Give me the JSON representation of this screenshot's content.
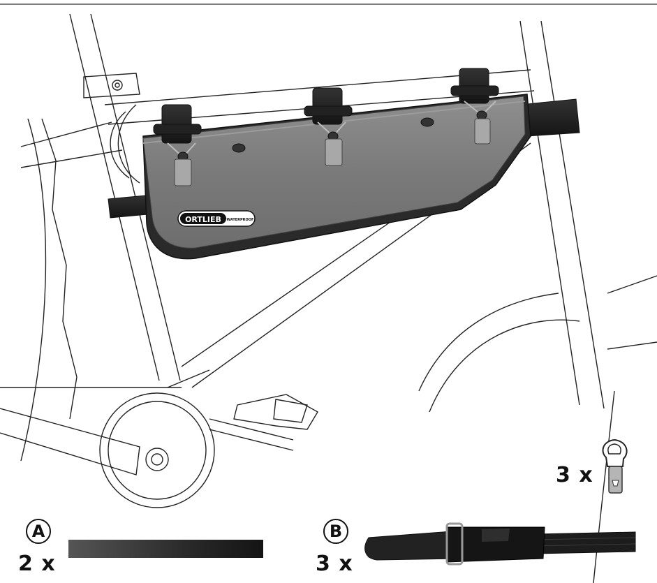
{
  "brand": {
    "logo_text": "ORTLIEB",
    "tag_text": "WATERPROOF"
  },
  "parts": {
    "A": {
      "label": "A",
      "quantity": "2 x"
    },
    "B": {
      "label": "B",
      "quantity": "3 x"
    },
    "clip": {
      "quantity": "3 x"
    }
  }
}
